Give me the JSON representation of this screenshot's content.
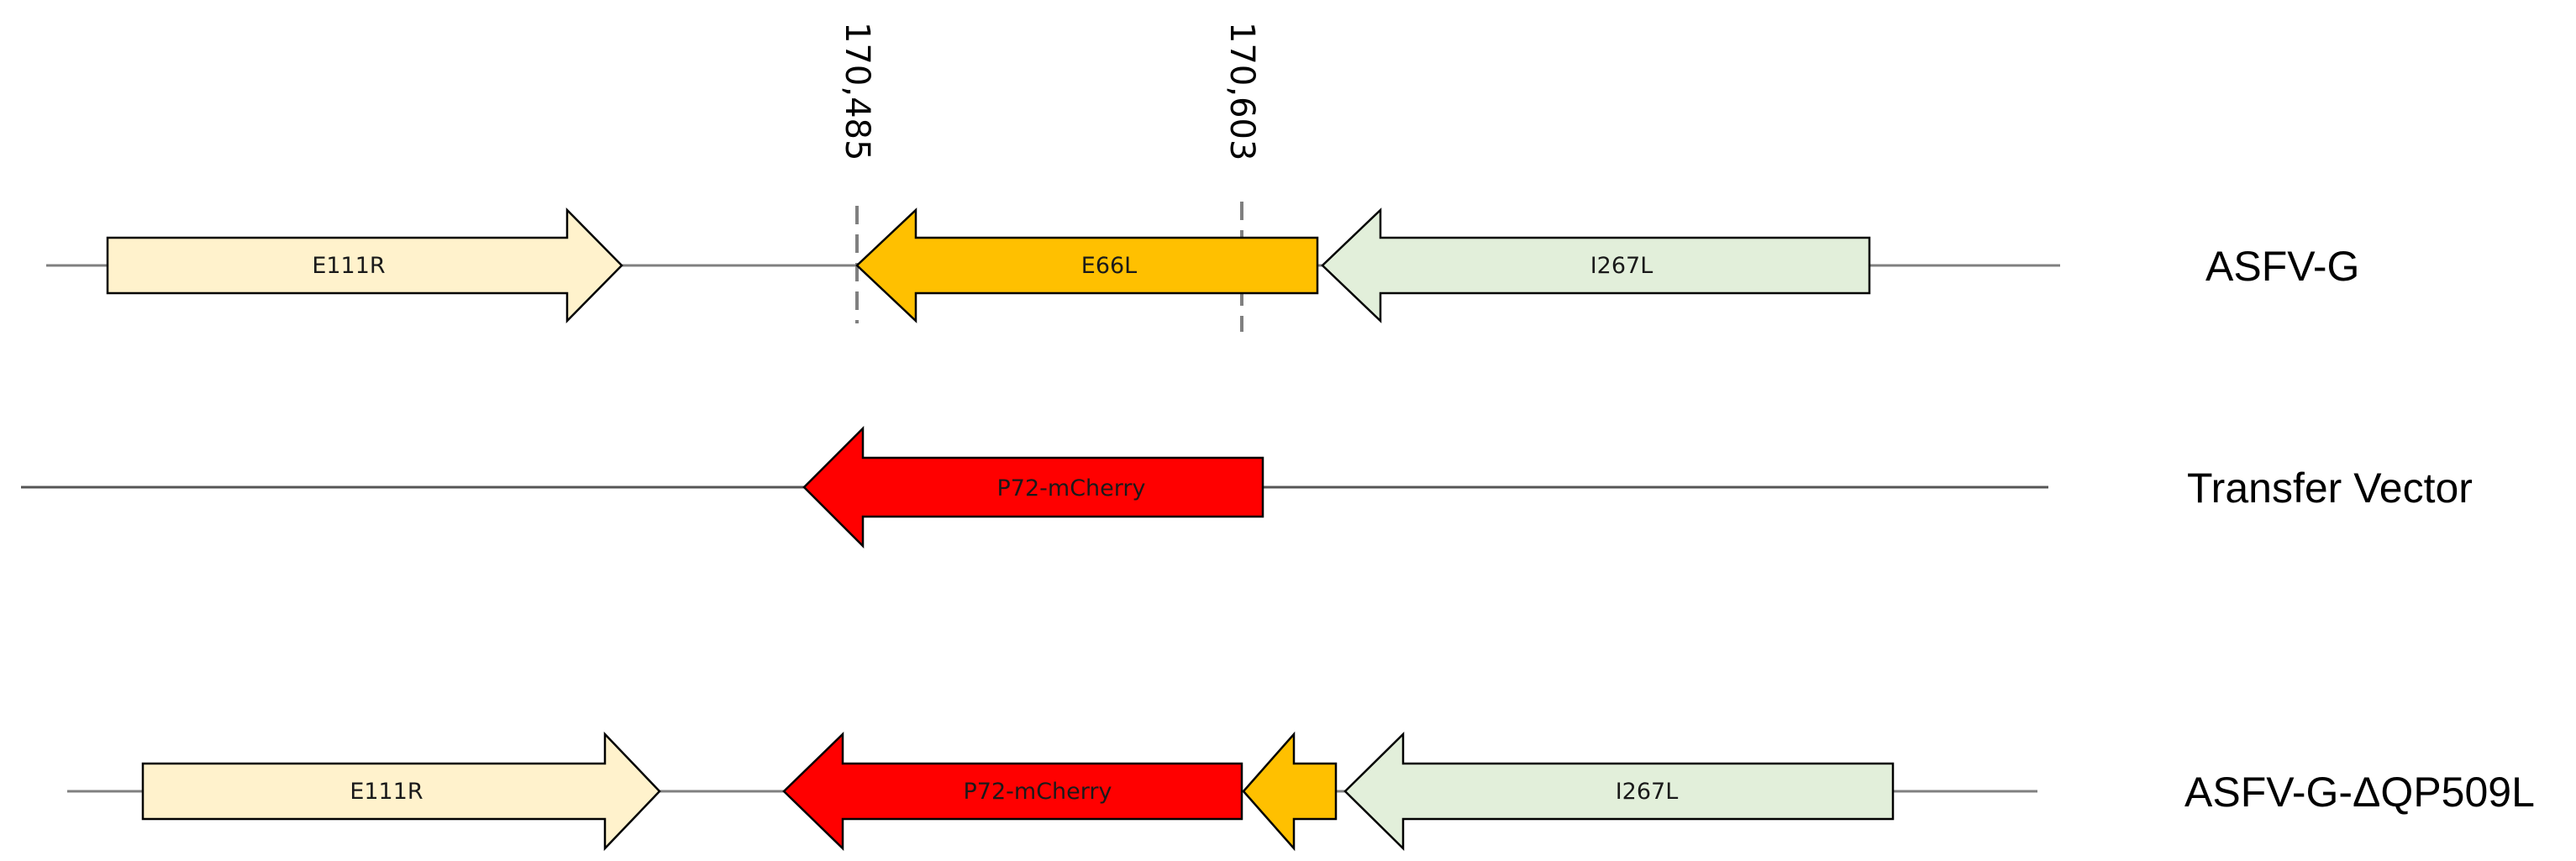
{
  "colors": {
    "E111R": "#fff2cc",
    "E66L": "#ffc000",
    "I267L": "#e2efda",
    "P72-mCherry": "#ff0000",
    "line": "#808080",
    "outline": "#000000"
  },
  "coordinates": [
    {
      "label": "170,485"
    },
    {
      "label": "170,603"
    }
  ],
  "tracks": [
    {
      "label": "ASFV-G",
      "genes": [
        {
          "name": "E111R",
          "direction": "right",
          "color_key": "E111R"
        },
        {
          "name": "E66L",
          "direction": "left",
          "color_key": "E66L"
        },
        {
          "name": "I267L",
          "direction": "left",
          "color_key": "I267L"
        }
      ]
    },
    {
      "label": "Transfer Vector",
      "genes": [
        {
          "name": "P72-mCherry",
          "direction": "left",
          "color_key": "P72-mCherry"
        }
      ]
    },
    {
      "label": "ASFV-G-ΔQP509L",
      "genes": [
        {
          "name": "E111R",
          "direction": "right",
          "color_key": "E111R"
        },
        {
          "name": "P72-mCherry",
          "direction": "left",
          "color_key": "P72-mCherry"
        },
        {
          "name": "",
          "direction": "left",
          "color_key": "E66L"
        },
        {
          "name": "I267L",
          "direction": "left",
          "color_key": "I267L"
        }
      ]
    }
  ]
}
